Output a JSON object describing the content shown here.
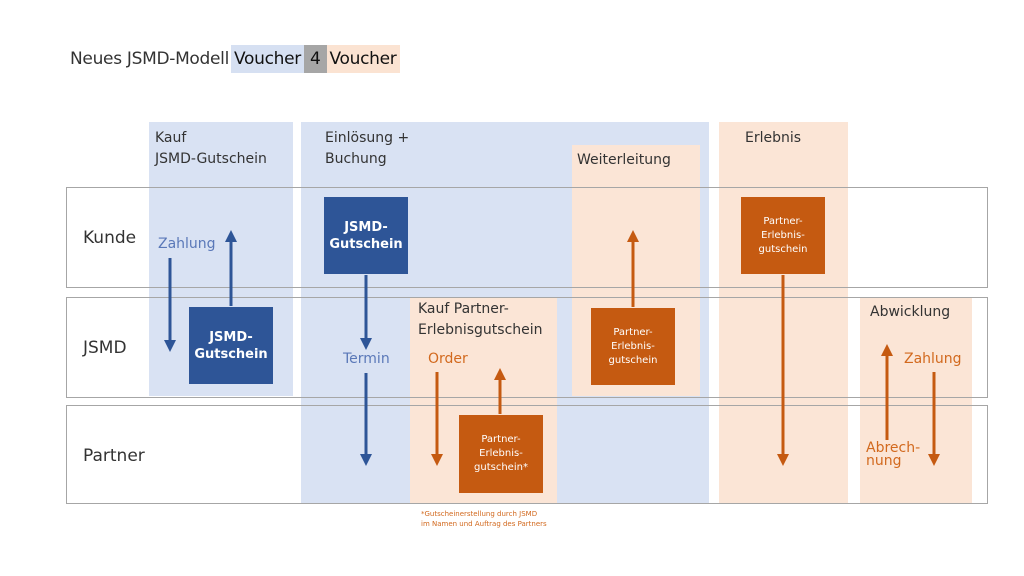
{
  "title": {
    "prefix": "Neues JSMD-Modell",
    "voucher_left": "Voucher",
    "four": "4",
    "voucher_right": "Voucher"
  },
  "rows": {
    "kunde": "Kunde",
    "jsmd": "JSMD",
    "partner": "Partner"
  },
  "columns": {
    "kauf": "Kauf\nJSMD-Gutschein",
    "einloesung": "Einlösung +\nBuchung",
    "weiterleitung": "Weiterleitung",
    "erlebnis": "Erlebnis",
    "kauf_partner": "Kauf Partner-\nErlebnisgutschein",
    "abwicklung": "Abwicklung"
  },
  "boxes": {
    "jsmd_gutschein_jsmd": "JSMD-\nGutschein",
    "jsmd_gutschein_kunde": "JSMD-\nGutschein",
    "partner_erlebnis_partner": "Partner-\nErlebnis-\ngutschein*",
    "partner_erlebnis_weiter": "Partner-\nErlebnis-\ngutschein",
    "partner_erlebnis_kunde": "Partner-\nErlebnis-\ngutschein"
  },
  "labels": {
    "zahlung_kunde": "Zahlung",
    "termin": "Termin",
    "order": "Order",
    "zahlung_abwicklung": "Zahlung",
    "abrechnung": "Abrech-\nnung"
  },
  "footnote": "*Gutscheinerstellung durch JSMD\nim Namen und  Auftrag des Partners",
  "colors": {
    "blue_band": "#d9e2f3",
    "peach_band": "#fbe5d6",
    "blue_box": "#2e5597",
    "orange_box": "#c55a11",
    "blue_arrow": "#2e5597",
    "orange_arrow": "#c55a11"
  }
}
